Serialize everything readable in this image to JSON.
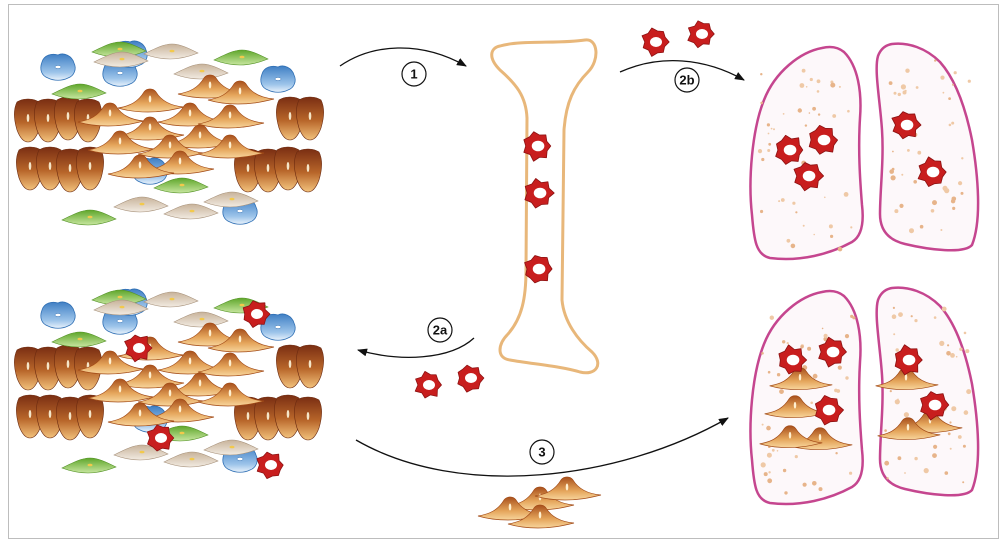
{
  "steps": [
    {
      "id": "step-1",
      "label": "1"
    },
    {
      "id": "step-2b",
      "label": "2b"
    },
    {
      "id": "step-2a",
      "label": "2a"
    },
    {
      "id": "step-3",
      "label": "3"
    }
  ],
  "colors": {
    "bone_outline": "#e8b77a",
    "lung_outline": "#c5468f",
    "lung_fill": "#fdf8fa",
    "tumor_cell": "#c81e1e",
    "fibroblast_light": "#f5c98a",
    "fibroblast_dark": "#b05a1e",
    "keratinocyte_dark": "#7a2e12",
    "stem_cell_blue": "#5e9ad6",
    "stem_cell_green": "#7fbd3d",
    "stem_cell_beige": "#d9c8b0",
    "arrow": "#111111"
  }
}
